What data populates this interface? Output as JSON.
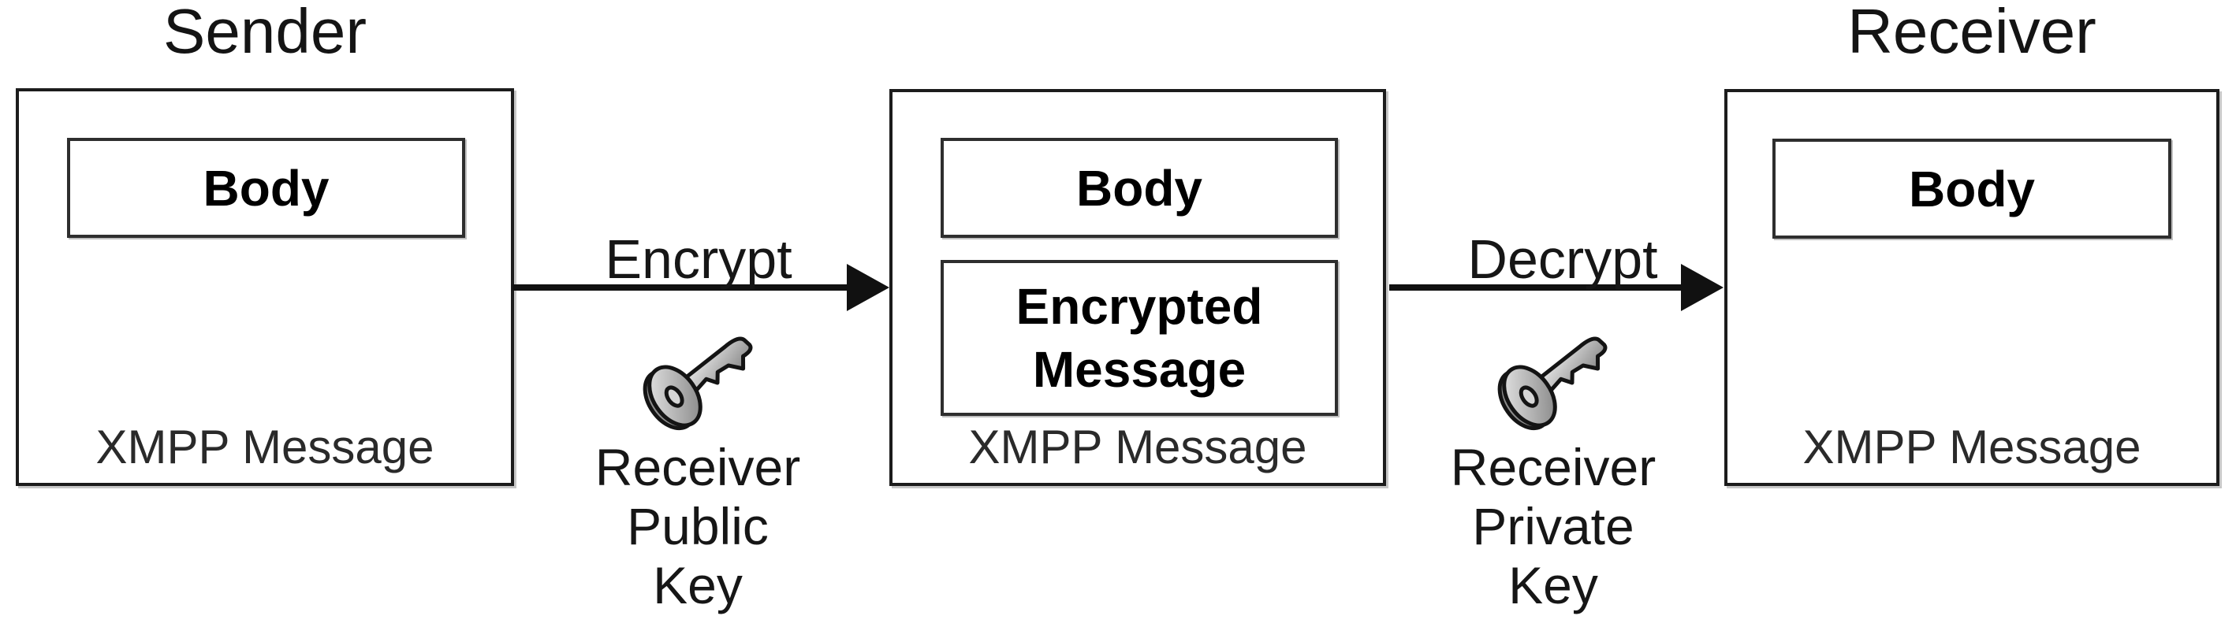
{
  "sender_panel": {
    "title": "Sender",
    "body_label": "Body",
    "container_label": "XMPP Message"
  },
  "encrypted_panel": {
    "body_label": "Body",
    "encrypted_lines": [
      "Encrypted",
      "Message"
    ],
    "container_label": "XMPP Message"
  },
  "receiver_panel": {
    "title": "Receiver",
    "body_label": "Body",
    "container_label": "XMPP Message"
  },
  "encrypt_step": {
    "arrow_label": "Encrypt",
    "key_icon": "key-icon",
    "key_lines": [
      "Receiver",
      "Public",
      "Key"
    ]
  },
  "decrypt_step": {
    "arrow_label": "Decrypt",
    "key_icon": "key-icon",
    "key_lines": [
      "Receiver",
      "Private",
      "Key"
    ]
  },
  "colors": {
    "outline": "#1c1c1c",
    "arrow": "#111111",
    "key_gradient_light": "#ededed",
    "key_gradient_mid": "#b0b0b0",
    "key_gradient_dark": "#7d7d7d",
    "background": "#ffffff"
  }
}
